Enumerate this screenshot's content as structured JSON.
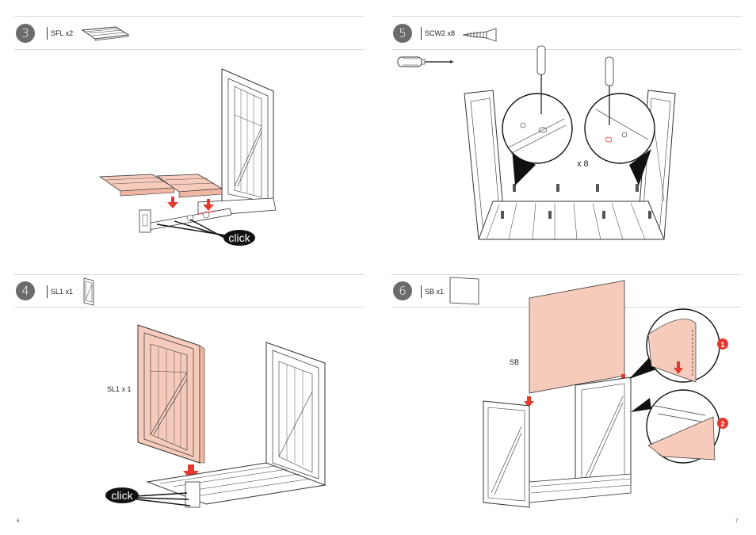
{
  "steps": [
    {
      "number": "3",
      "part_label": "SFL x2",
      "part_icon": "floor-panel-icon"
    },
    {
      "number": "5",
      "part_label": "SCW2 x8",
      "part_icon": "screw-icon",
      "figure_text": "x 8"
    },
    {
      "number": "4",
      "part_label": "SL1 x1",
      "part_icon": "side-panel-icon",
      "figure_text": "SL1 x 1"
    },
    {
      "number": "6",
      "part_label": "SB x1",
      "part_icon": "back-panel-icon",
      "figure_text": "SB"
    }
  ],
  "click_label": "click",
  "callouts": [
    "1",
    "2"
  ],
  "page_numbers": {
    "left": "6",
    "right": "7"
  },
  "colors": {
    "highlight": "#f6cbbb",
    "arrow": "#e23b2e",
    "circle": "#6b6b6b",
    "callout": "#e23b2e"
  }
}
